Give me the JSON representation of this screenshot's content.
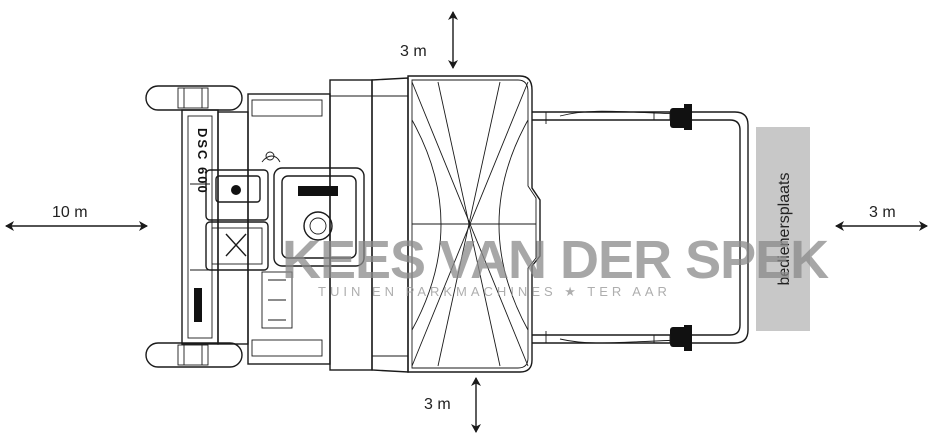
{
  "dimensions": {
    "top": "3 m",
    "bottom": "3 m",
    "left": "10 m",
    "right": "3 m"
  },
  "operator_zone": {
    "label": "bedienersplaats",
    "color": "#c8c8c8"
  },
  "machine_markings": {
    "model": "DSC 600"
  },
  "watermark": {
    "title": "KEES VAN DER SPEK",
    "subtitle": "TUIN EN PARKMACHINES ★ TER AAR"
  },
  "colors": {
    "line": "#1a1a1a",
    "watermark": "#8a8a8a"
  }
}
